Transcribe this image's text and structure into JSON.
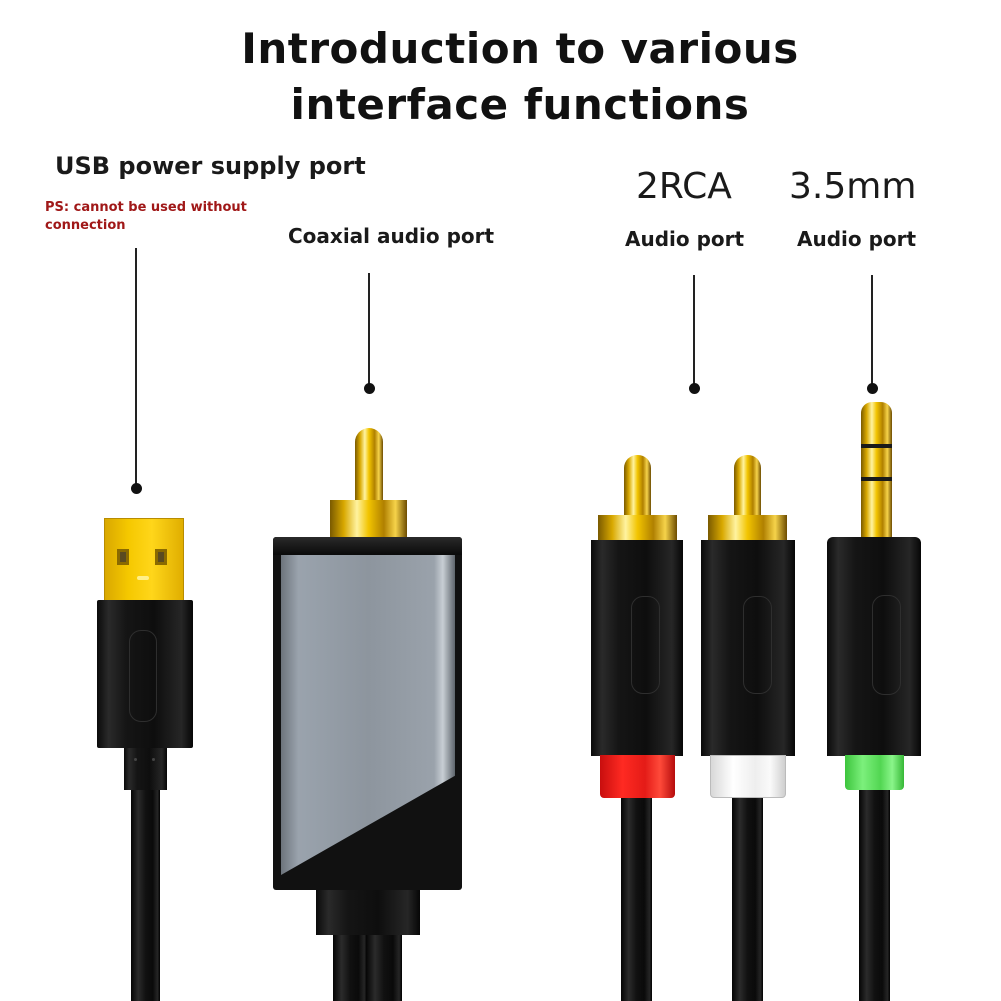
{
  "title": {
    "line1": "Introduction to various",
    "line2": "interface functions"
  },
  "callouts": {
    "usb": {
      "label": "USB power supply port",
      "note_line1": "PS: cannot be used without",
      "note_line2": "connection"
    },
    "coaxial": {
      "label": "Coaxial audio port"
    },
    "rca": {
      "heading": "2RCA",
      "label": "Audio port"
    },
    "aux": {
      "heading": "3.5mm",
      "label": "Audio port"
    }
  },
  "colors": {
    "note_text": "#a01818",
    "gold": "#f2c400",
    "rca_left_ring": "#e41b17",
    "rca_right_ring": "#f0f0f0",
    "aux_ring": "#52d652",
    "coax_housing": "#8e96a0"
  }
}
